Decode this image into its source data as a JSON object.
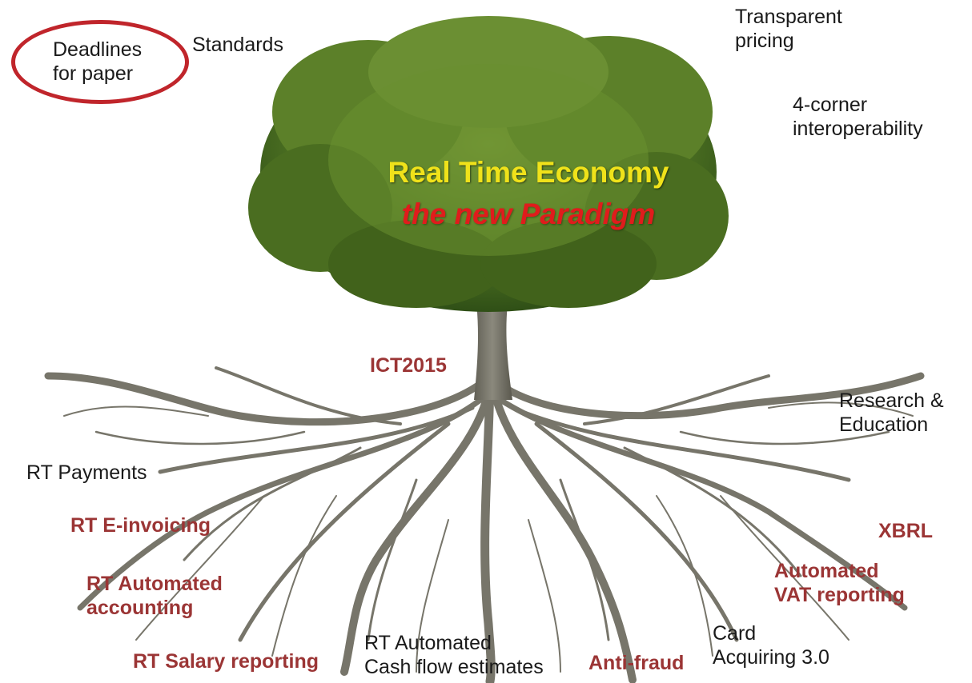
{
  "diagram": {
    "title": "Real Time Economy",
    "subtitle": "the new Paradigm",
    "center_label": "ICT2015",
    "highlighted_label": {
      "line1": "Deadlines",
      "line2": "for paper"
    },
    "branch_labels": [
      {
        "id": "standards",
        "line1": "Standards"
      },
      {
        "id": "transparent_pricing",
        "line1": "Transparent",
        "line2": "pricing"
      },
      {
        "id": "four_corner",
        "line1": "4-corner",
        "line2": "interoperability"
      },
      {
        "id": "research",
        "line1": "Research &",
        "line2": "Education"
      },
      {
        "id": "rt_payments",
        "line1": "RT Payments"
      },
      {
        "id": "rt_cashflow",
        "line1": "RT Automated",
        "line2": "Cash flow estimates"
      },
      {
        "id": "card_acquiring",
        "line1": "Card",
        "line2": "Acquiring 3.0"
      }
    ],
    "root_labels": [
      {
        "id": "rt_einvoicing",
        "line1": "RT E-invoicing"
      },
      {
        "id": "rt_accounting",
        "line1": "RT Automated",
        "line2": "accounting"
      },
      {
        "id": "rt_salary",
        "line1": "RT Salary reporting"
      },
      {
        "id": "anti_fraud",
        "line1": "Anti-fraud"
      },
      {
        "id": "xbrl",
        "line1": "XBRL"
      },
      {
        "id": "vat",
        "line1": "Automated",
        "line2": "VAT reporting"
      }
    ]
  },
  "colors": {
    "title": "#f0e21a",
    "subtitle": "#e01c1c",
    "root_label": "#9b3535",
    "plain_label": "#1a1a1a",
    "highlight_circle": "#c0252b",
    "foliage": "#5a7d2a",
    "wood": "#77756a"
  },
  "icons": [
    "tree-illustration",
    "highlight-circle"
  ]
}
